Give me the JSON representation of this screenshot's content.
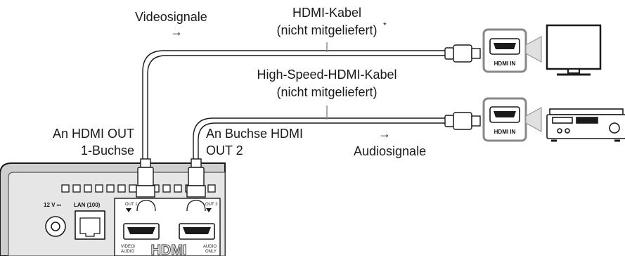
{
  "labels": {
    "video_signals": "Videosignale",
    "hdmi_cable_1": "HDMI-Kabel",
    "hdmi_cable_1_note": "(nicht mitgeliefert)",
    "asterisk": "*",
    "high_speed_cable": "High-Speed-HDMI-Kabel",
    "high_speed_cable_note": "(nicht mitgeliefert)",
    "to_out1_line1": "An HDMI OUT",
    "to_out1_line2": "1-Buchse",
    "to_out2_line1": "An Buchse HDMI",
    "to_out2_line2": "OUT 2",
    "audio_signals": "Audiosignale",
    "arrow": "→"
  },
  "device_panel": {
    "power_label": "12 V ⎓",
    "lan_label": "LAN (100)",
    "out1_label": "OUT 1",
    "out2_label": "OUT 2",
    "video_audio_line1": "VIDEO/",
    "video_audio_line2": "AUDIO",
    "audio_only_line1": "AUDIO",
    "audio_only_line2": "ONLY",
    "logo": "HDMI"
  },
  "targets": {
    "tv_port_label": "HDMI IN",
    "receiver_port_label": "HDMI IN"
  },
  "colors": {
    "line": "#1a1a1a",
    "device_gray": "#cfcfcf",
    "panel_gray": "#e6e6e6",
    "port_box_border": "#888888"
  }
}
